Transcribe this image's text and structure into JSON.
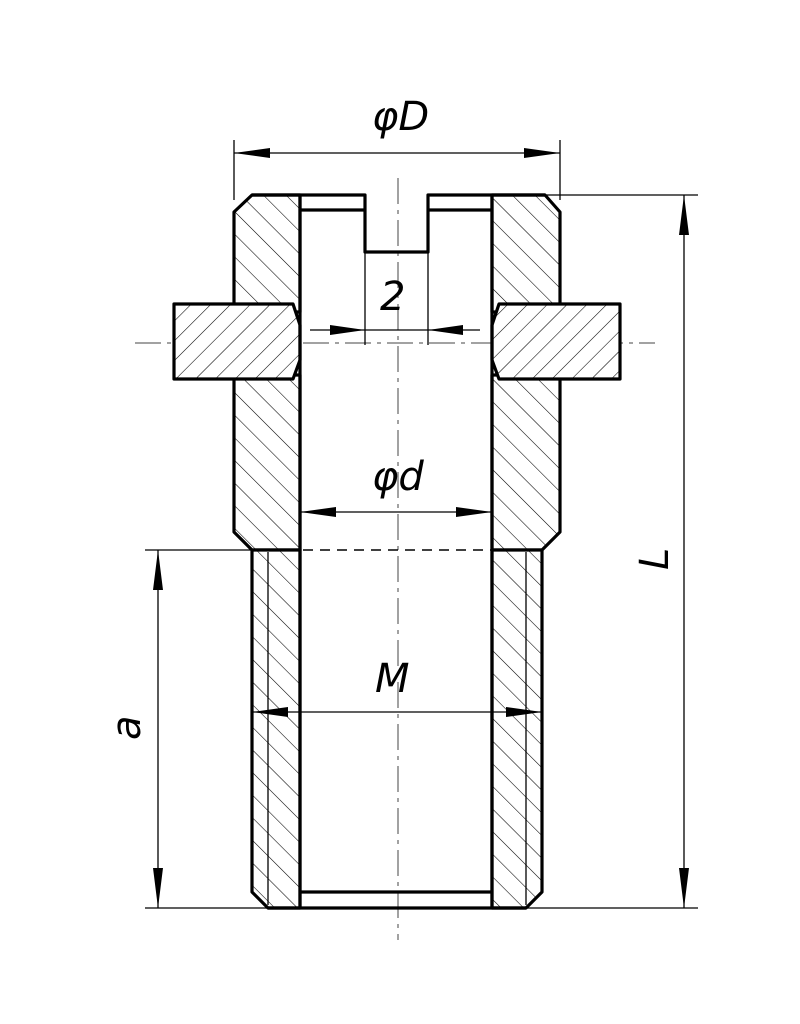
{
  "labels": {
    "outer_diameter": "φD",
    "slot_width": "2",
    "inner_diameter": "φd",
    "thread": "M",
    "thread_length": "a",
    "total_length": "L"
  },
  "colors": {
    "line": "#000000",
    "background": "#ffffff"
  }
}
